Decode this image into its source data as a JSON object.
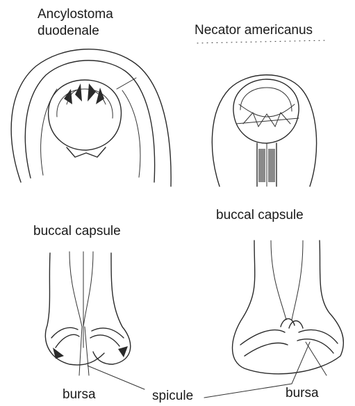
{
  "labels": {
    "ancylostoma_line1": "Ancylostoma",
    "ancylostoma_line2": "duodenale",
    "necator": "Necator americanus",
    "buccal_capsule_left": "buccal capsule",
    "buccal_capsule_right": "buccal capsule",
    "bursa_left": "bursa",
    "spicule": "spicule",
    "bursa_right": "bursa"
  },
  "colors": {
    "ink": "#2a2a2a",
    "background": "#ffffff"
  }
}
